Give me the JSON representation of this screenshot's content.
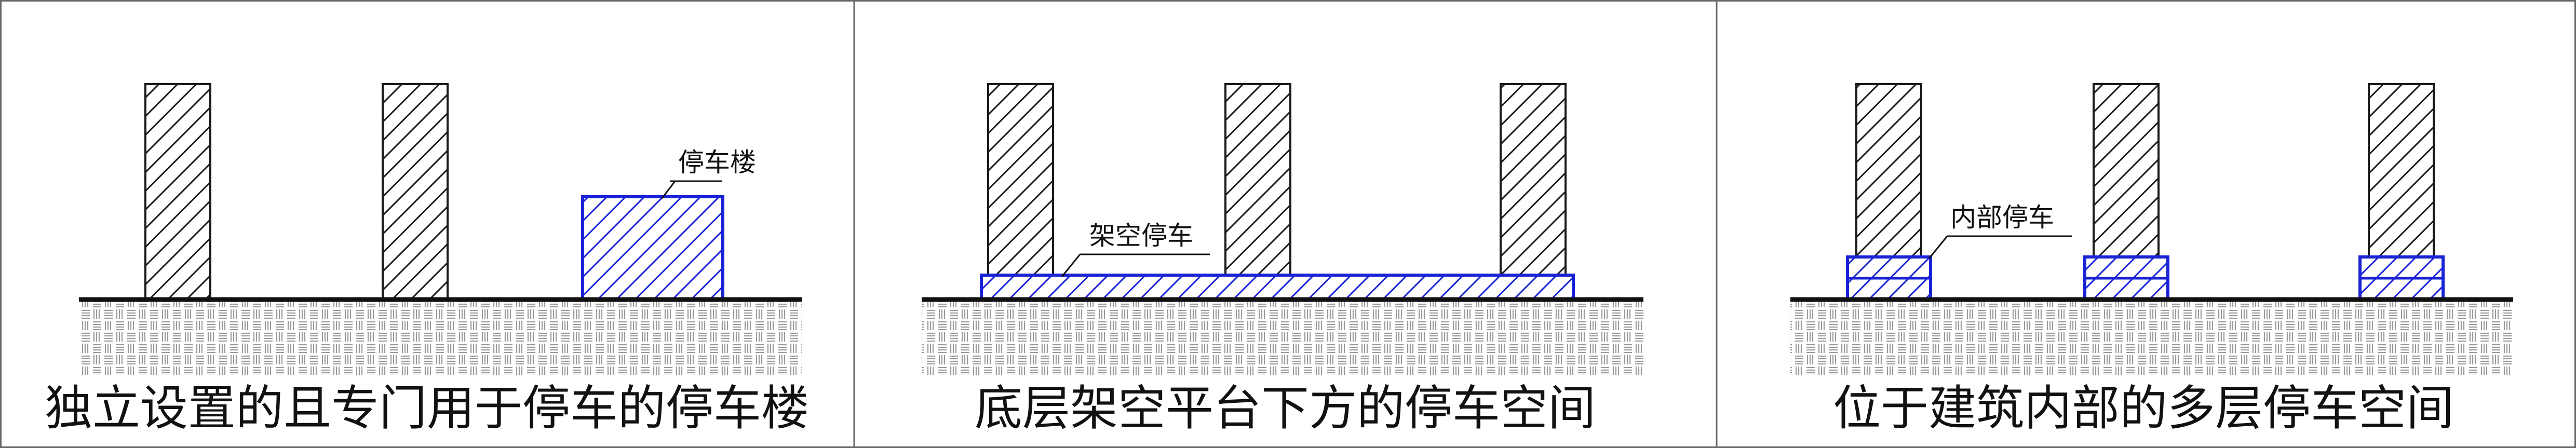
{
  "panels": [
    {
      "caption": "独立设置的且专门用于停车的停车楼",
      "label": "停车楼"
    },
    {
      "caption": "底层架空平台下方的停车空间",
      "label": "架空停车"
    },
    {
      "caption": "位于建筑内部的多层停车空间",
      "label": "内部停车"
    }
  ],
  "colors": {
    "parking_outline": "#1a22d6",
    "building_outline": "#1a1a1a",
    "ground_line": "#111111",
    "soil_pattern": "#9a9a9a",
    "panel_border": "#666666",
    "background": "#ffffff"
  }
}
